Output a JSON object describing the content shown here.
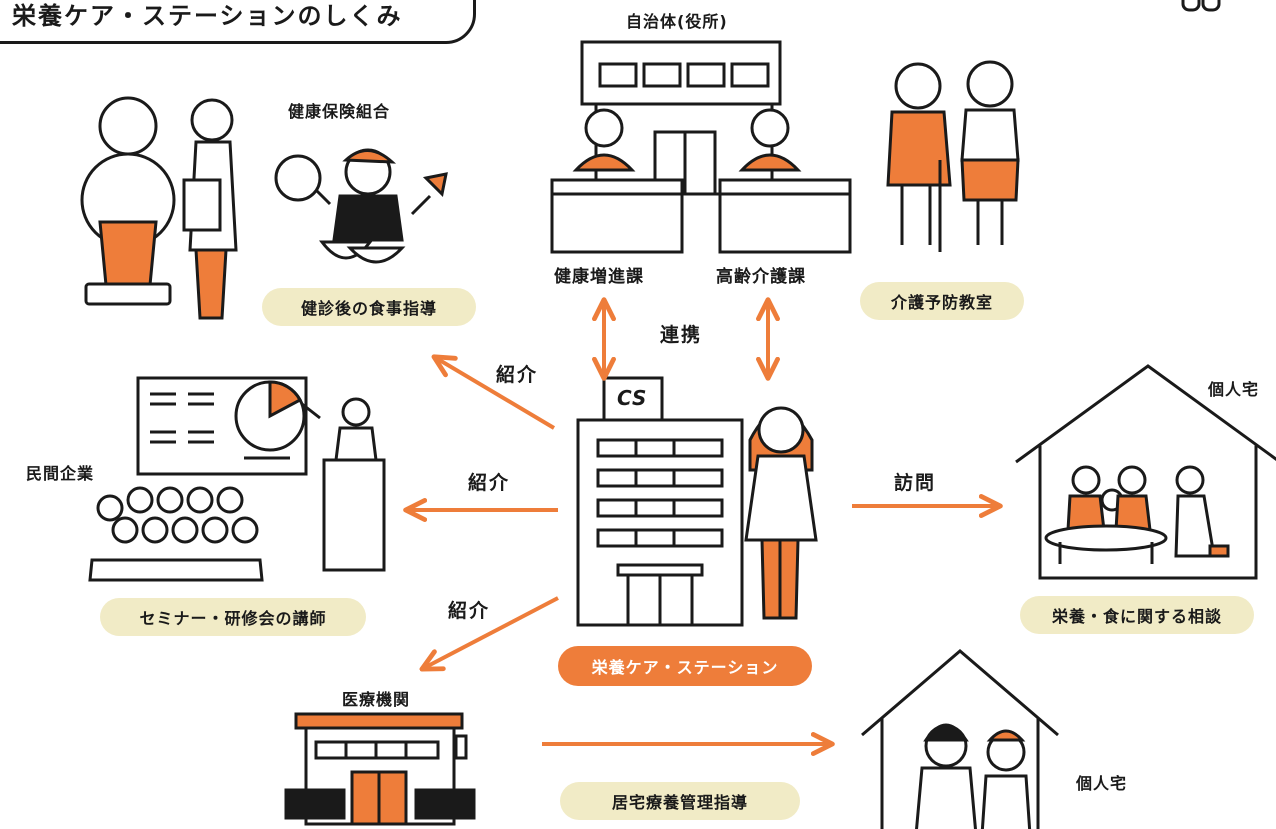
{
  "title": "栄養ケア・ステーションのしくみ",
  "colors": {
    "accent": "#ee7d3a",
    "pill": "#f1ebc6",
    "ink": "#1a1a1a"
  },
  "center": {
    "label": "栄養ケア・ステーション",
    "building_sign": "CS"
  },
  "government": {
    "title": "自治体(役所)",
    "dept_left": "健康増進課",
    "dept_right": "高齢介護課",
    "link_label": "連携"
  },
  "health_insurance": {
    "org": "健康保険組合",
    "service": "健診後の食事指導",
    "arrow_label": "紹介"
  },
  "private_company": {
    "org": "民間企業",
    "service": "セミナー・研修会の講師",
    "arrow_label": "紹介"
  },
  "medical": {
    "org": "医療機関",
    "service": "居宅療養管理指導",
    "arrow_label": "紹介"
  },
  "elderly": {
    "service": "介護予防教室"
  },
  "home_top": {
    "label": "個人宅",
    "service": "栄養・食に関する相談",
    "arrow_label": "訪問"
  },
  "home_bottom": {
    "label": "個人宅"
  }
}
